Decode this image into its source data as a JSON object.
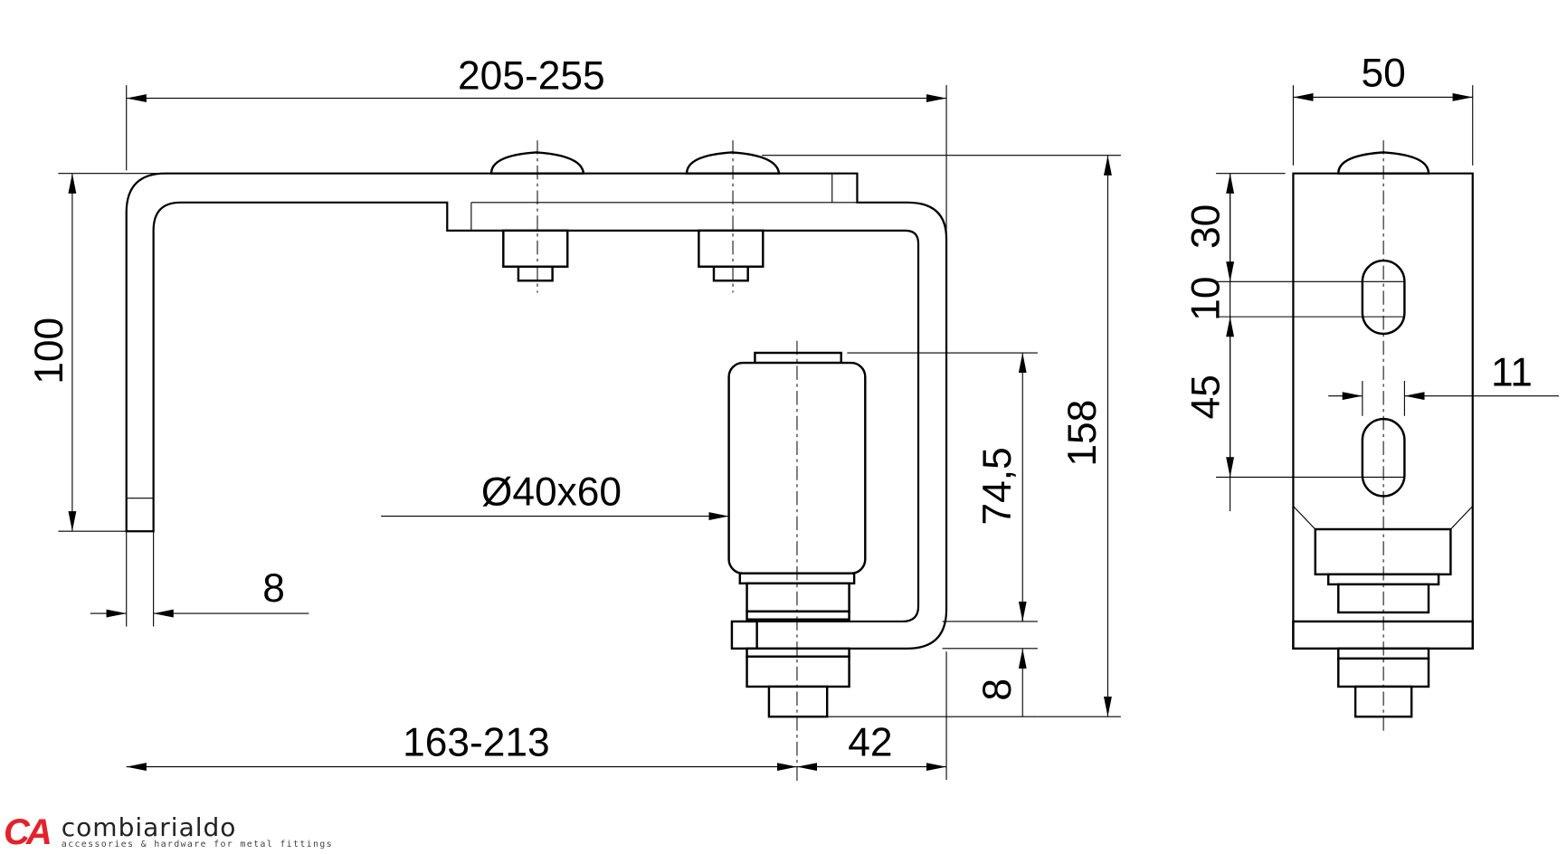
{
  "dimensions": {
    "overall_width": "205-255",
    "height_left": "100",
    "wall_thickness": "8",
    "roller": "Ø40x60",
    "roller_height": "74,5",
    "total_height": "158",
    "offset_bottom": "8",
    "base_length": "163-213",
    "axis_offset": "42",
    "side_width": "50",
    "slot_top": "30",
    "slot_len": "10",
    "slot_spacing": "45",
    "slot_width": "11"
  },
  "logo": {
    "mark": "CA",
    "name": "combiarialdo",
    "tagline": "accessories & hardware for metal fittings"
  }
}
